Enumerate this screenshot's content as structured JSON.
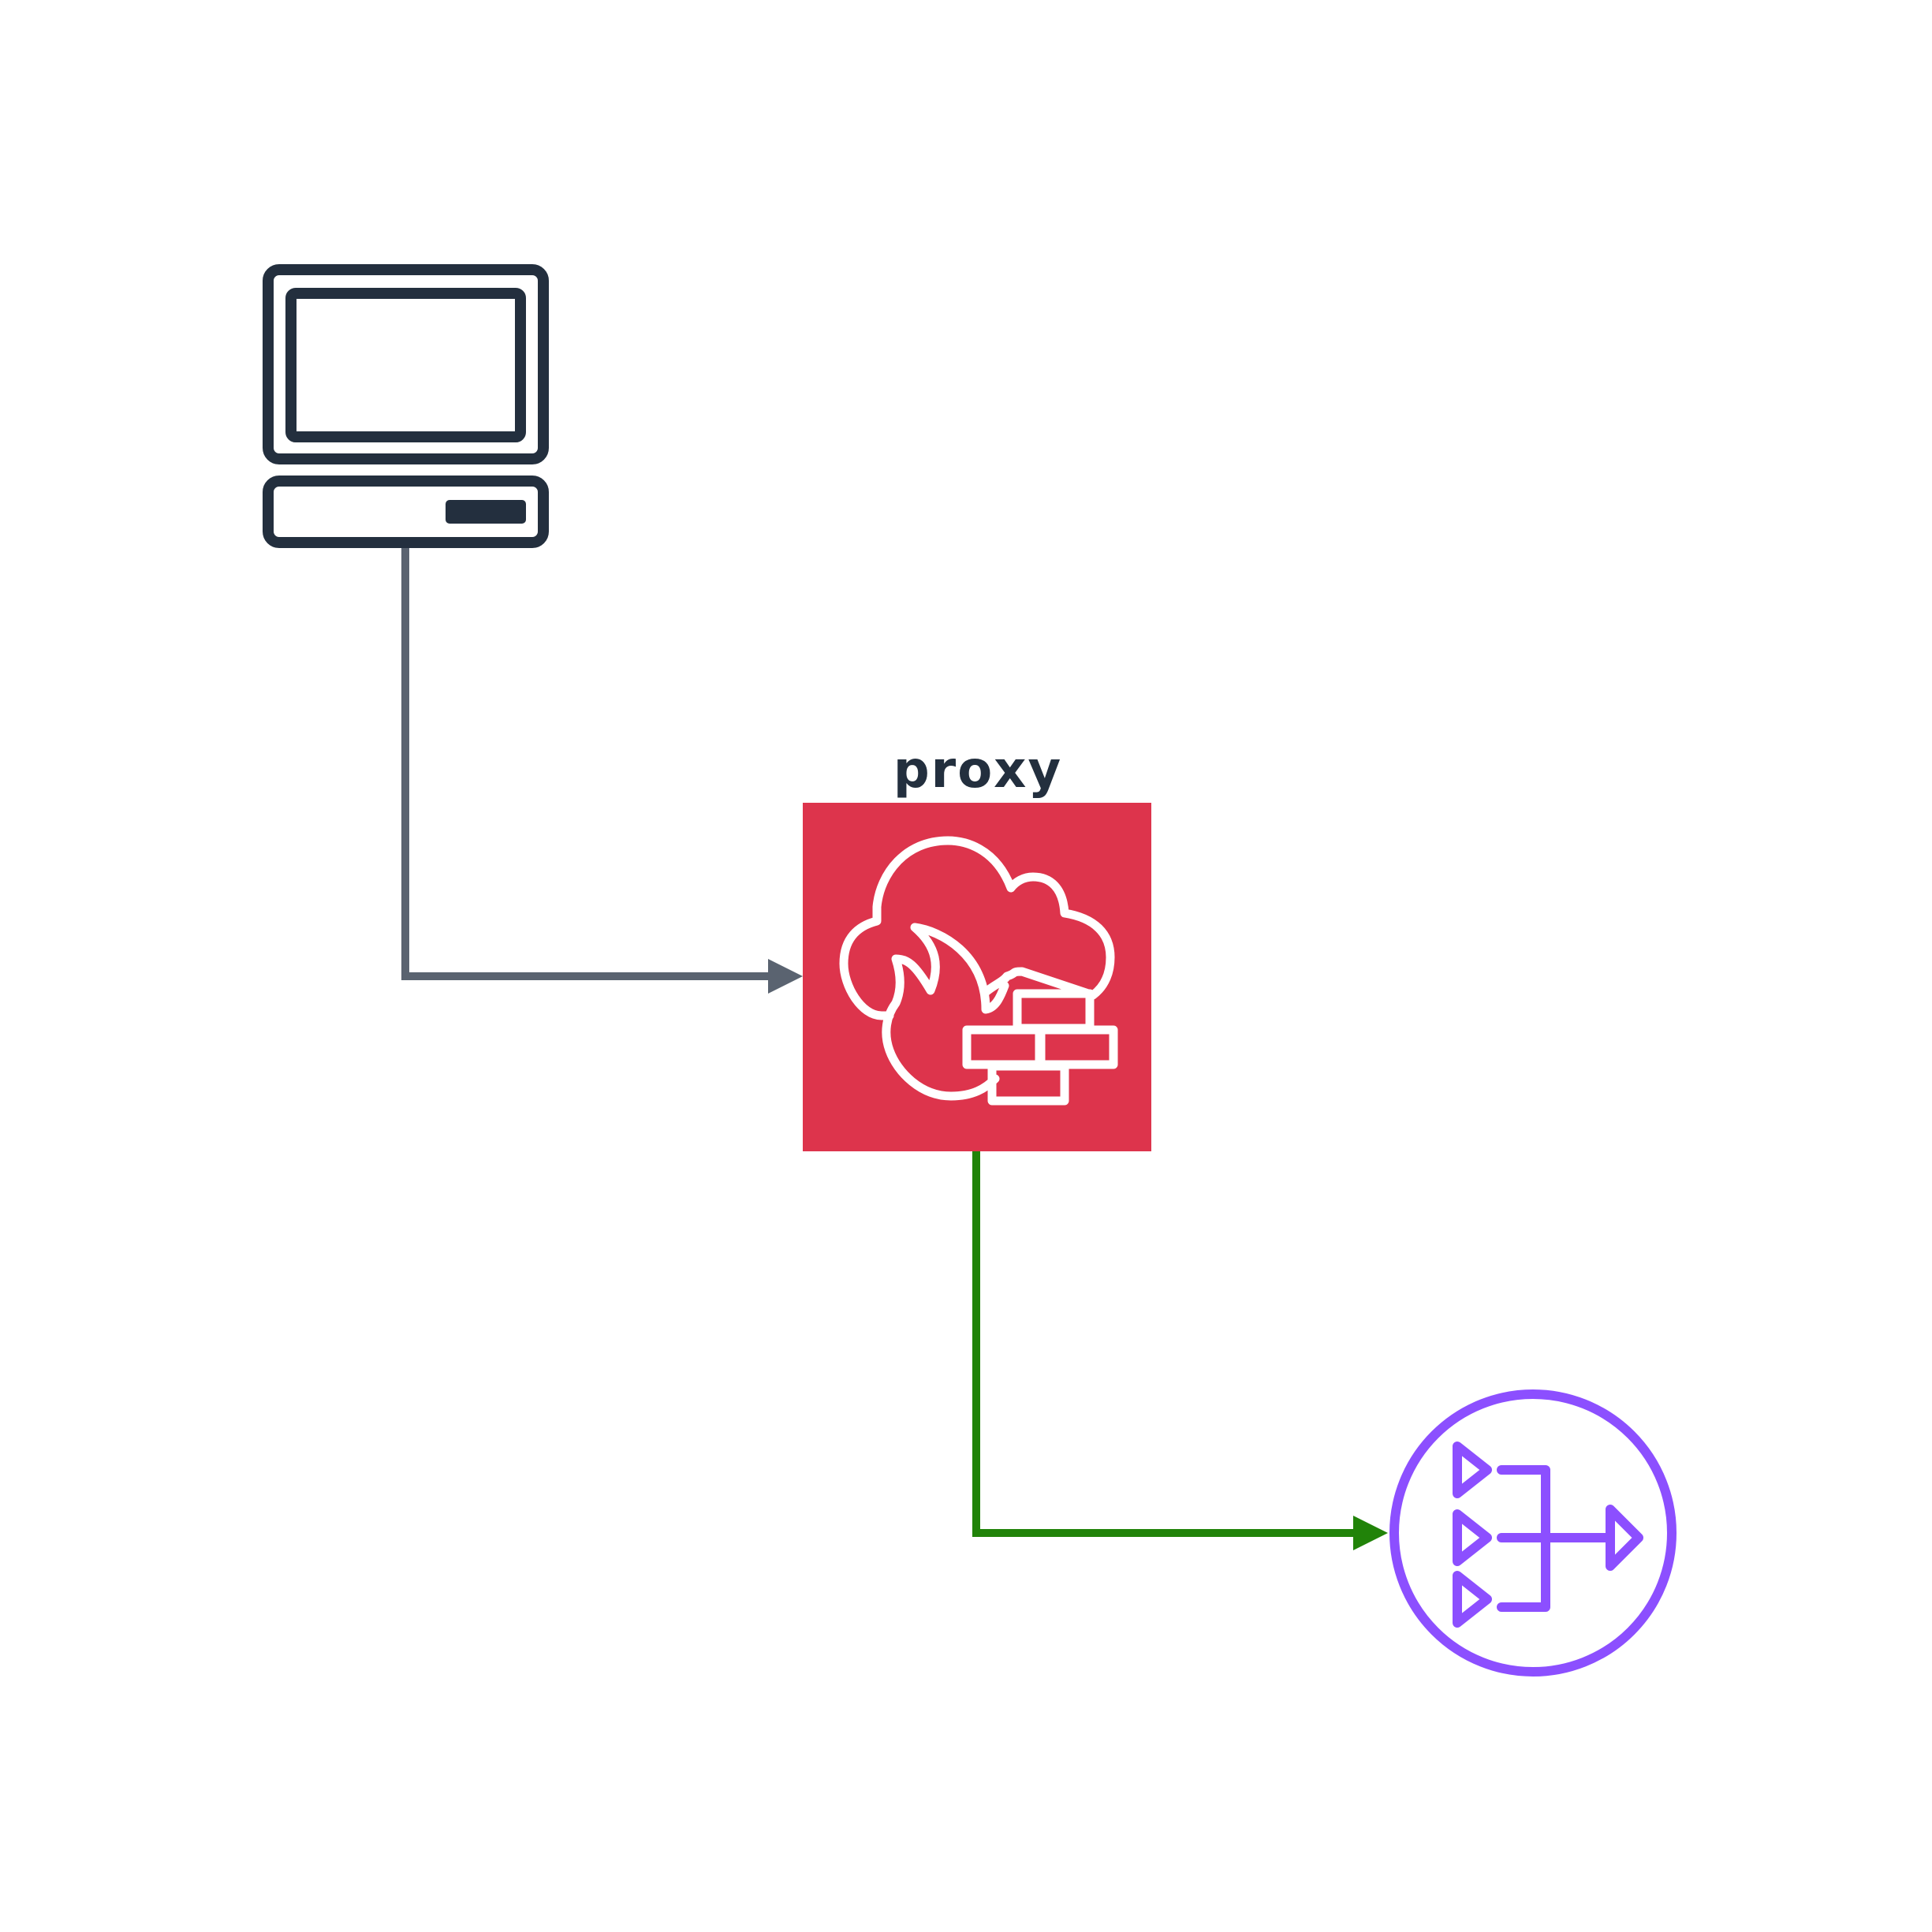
{
  "diagram": {
    "nodes": [
      {
        "id": "client",
        "icon": "computer-icon",
        "label": ""
      },
      {
        "id": "proxy",
        "icon": "network-firewall-icon",
        "label": "proxy"
      },
      {
        "id": "nat",
        "icon": "nat-gateway-icon",
        "label": ""
      }
    ],
    "edges": [
      {
        "from": "client",
        "to": "proxy",
        "color": "#5a6370"
      },
      {
        "from": "proxy",
        "to": "nat",
        "color": "#218309"
      }
    ],
    "proxy": {
      "label": "proxy"
    }
  },
  "colors": {
    "background": "#ffffff",
    "client_icon": "#232f3e",
    "proxy_fill": "#dd344c",
    "proxy_icon": "#ffffff",
    "nat_icon": "#8c4fff",
    "label_text": "#232f3e",
    "edge_client_proxy": "#5a6370",
    "edge_proxy_nat": "#218309"
  }
}
